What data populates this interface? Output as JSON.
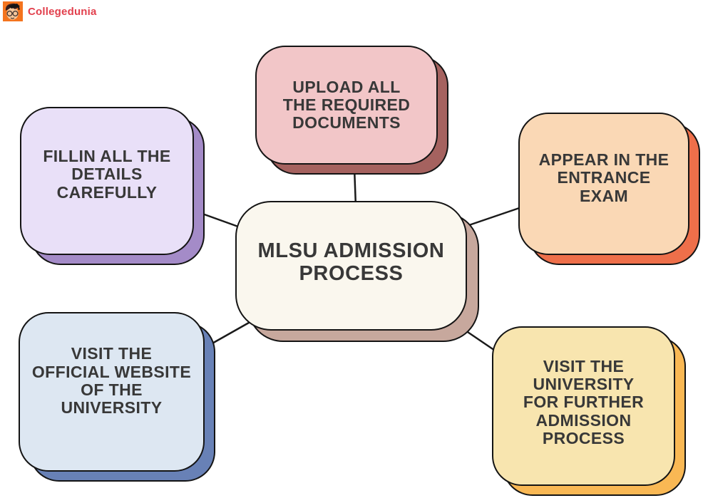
{
  "page": {
    "background": "#ffffff",
    "outline_color": "#1a1a1a",
    "text_color": "#383838"
  },
  "logo": {
    "brand": "Collegedunia",
    "brand_color": "#e2404d",
    "icon": "collegedunia-mascot-icon",
    "icon_bg": "#f4741e"
  },
  "center": {
    "label": "MLSU ADMISSION\nPROCESS",
    "fill": "#faf7ee",
    "shadow": "#c7a89d"
  },
  "nodes": [
    {
      "id": "upload-documents",
      "label": "UPLOAD ALL\nTHE REQUIRED\nDOCUMENTS",
      "fill": "#f2c6c8",
      "shadow": "#a5625f"
    },
    {
      "id": "fill-details",
      "label": "FILLIN ALL THE\nDETAILS\nCAREFULLY",
      "fill": "#e9e0f8",
      "shadow": "#a48bc8"
    },
    {
      "id": "entrance-exam",
      "label": "APPEAR IN THE\nENTRANCE\nEXAM",
      "fill": "#fad8b5",
      "shadow": "#ee6f4a"
    },
    {
      "id": "visit-website",
      "label": "VISIT THE\nOFFICIAL WEBSITE\nOF THE\nUNIVERSITY",
      "fill": "#dde7f2",
      "shadow": "#6881b6"
    },
    {
      "id": "visit-university",
      "label": "VISIT THE\nUNIVERSITY\nFOR FURTHER\nADMISSION\nPROCESS",
      "fill": "#f8e5af",
      "shadow": "#f9b854"
    }
  ]
}
